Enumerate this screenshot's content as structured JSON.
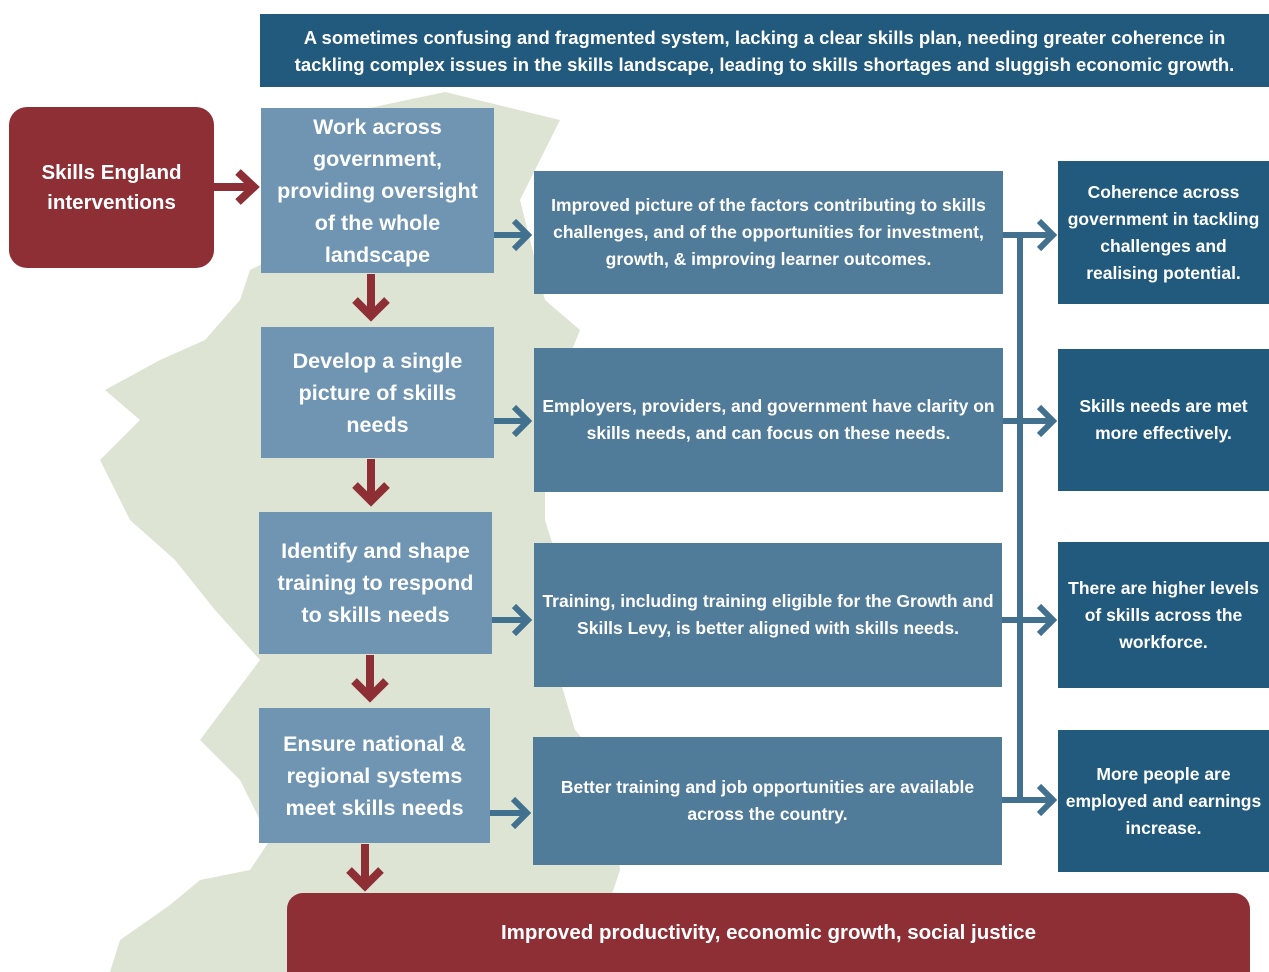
{
  "colors": {
    "banner": "#215a7c",
    "step": "#6f95b2",
    "middle": "#507b99",
    "outcome": "#215a7c",
    "accent_red": "#8e2f36",
    "connector_blue": "#42718f",
    "map_green": "#dde4d3"
  },
  "banner": "A sometimes confusing and fragmented system, lacking a clear skills plan, needing greater coherence in tackling complex issues in the skills landscape, leading to skills shortages and sluggish economic growth.",
  "start": "Skills England interventions",
  "steps": [
    "Work across government, providing oversight of the whole landscape",
    "Develop a single picture of skills needs",
    "Identify and shape training to respond to skills needs",
    "Ensure national & regional systems meet skills needs"
  ],
  "results": [
    "Improved picture of the factors contributing to skills challenges, and of the opportunities for investment, growth, & improving learner outcomes.",
    "Employers, providers, and government have clarity on skills needs, and can focus on these needs.",
    "Training, including training eligible for the Growth and Skills Levy, is better aligned with skills needs.",
    "Better training and job opportunities are available across the country."
  ],
  "outcomes": [
    "Coherence across government in tackling challenges and realising potential.",
    "Skills needs are met more effectively.",
    "There are higher levels of skills across the workforce.",
    "More people are employed and earnings increase."
  ],
  "impact": "Improved productivity, economic growth, social justice"
}
